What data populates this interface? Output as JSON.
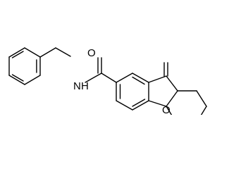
{
  "molecule": {
    "atoms": {
      "amide_nitrogen": "N",
      "amide_hydrogen": "H",
      "amide_oxygen": "O",
      "ketone_oxygen": "O"
    }
  },
  "colors": {
    "bond": "#000000",
    "label": "#000000",
    "background": "#ffffff"
  }
}
